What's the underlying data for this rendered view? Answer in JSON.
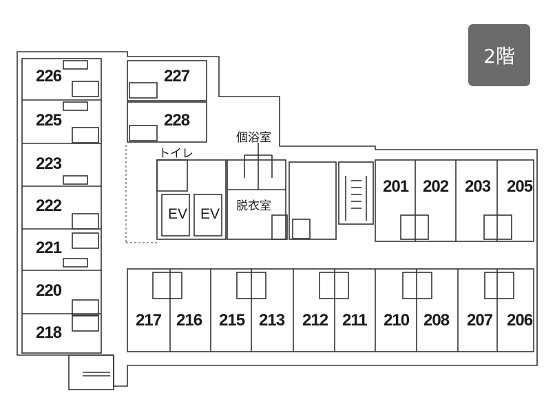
{
  "floor_badge": "2階",
  "rooms": {
    "left": [
      "226",
      "225",
      "223",
      "222",
      "221",
      "220",
      "218"
    ],
    "top_center": [
      "227",
      "228"
    ],
    "upper_right": [
      "201",
      "202",
      "203",
      "205"
    ],
    "bottom": [
      "217",
      "216",
      "215",
      "213",
      "212",
      "211",
      "210",
      "208",
      "207",
      "206"
    ]
  },
  "areas": {
    "toilet": "トイレ",
    "private_bath": "個浴室",
    "changing_room": "脱衣室",
    "elevators": [
      "EV",
      "EV"
    ]
  },
  "colors": {
    "wall": "#333333",
    "badge": "#6b6b6b",
    "badge_text": "#ffffff"
  }
}
